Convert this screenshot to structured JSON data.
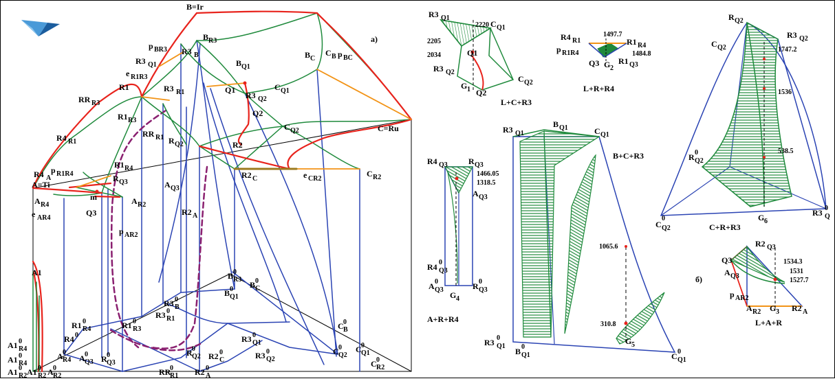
{
  "colors": {
    "red": "#e8231c",
    "green": "#1f8a3c",
    "blue": "#2a43b3",
    "orange": "#f29316",
    "purple": "#8a2070",
    "hatch": "#2a8a45"
  },
  "main": {
    "panel_label": "a)",
    "labels": {
      "B": "B=Ir",
      "A": "A=Ti",
      "C": "C=Ru",
      "pBR3": "p",
      "pBR3_sub": "BR3",
      "BR3": "B",
      "BR3_sub": "R3",
      "R3B": "R3",
      "R3B_sub": "B",
      "R3Q1": "R3",
      "R3Q1_sub": "Q1",
      "BQ1": "B",
      "BQ1_sub": "Q1",
      "BC": "B",
      "BC_sub": "C",
      "CB": "C",
      "CB_sub": "B",
      "pBC": "p",
      "pBC_sub": "BC",
      "eR1R3": "e",
      "eR1R3_sub": "R1R3",
      "R1": "R1",
      "R3R1": "R3",
      "R3R1_sub": "R1",
      "Q1": "Q1",
      "R3Q2": "R3",
      "R3Q2_sub": "Q2",
      "CQ1": "C",
      "CQ1_sub": "Q1",
      "RRR3": "RR",
      "RRR3_sub": "R3",
      "R1R3": "R1",
      "R1R3_sub": "R3",
      "Q2": "Q2",
      "CQ2": "C",
      "CQ2_sub": "Q2",
      "RRR1": "RR",
      "RRR1_sub": "R1",
      "RQ2": "R",
      "RQ2_sub": "Q2",
      "R2": "R2",
      "R4R1": "R4",
      "R4R1_sub": "R1",
      "R4A": "R4",
      "R4A_sub": "A",
      "pR1R4": "p",
      "pR1R4_sub": "R1R4",
      "R1R4": "R1",
      "R1R4_sub": "R4",
      "RQ3": "R",
      "RQ3_sub": "Q3",
      "AQ3": "A",
      "AQ3_sub": "Q3",
      "R2C": "R2",
      "R2C_sub": "C",
      "eCR2": "e",
      "eCR2_sub": "CR2",
      "CR2": "C",
      "CR2_sub": "R2",
      "AR4": "A",
      "AR4_sub": "R4",
      "m": "m",
      "AR2": "A",
      "AR2_sub": "R2",
      "eAR4": "e",
      "eAR4_sub": "AR4",
      "Q3": "Q3",
      "pAR2": "p",
      "pAR2_sub": "AR2",
      "R2A": "R2",
      "R2A_sub": "A",
      "A1": "A1"
    },
    "zero_labels": [
      {
        "t": "B",
        "s": "R3"
      },
      {
        "t": "B",
        "s": "C"
      },
      {
        "t": "B",
        "s": "Q1"
      },
      {
        "t": "R3",
        "s": "B"
      },
      {
        "t": "R3",
        "s": "R1"
      },
      {
        "t": "C",
        "s": "B"
      },
      {
        "t": "R1",
        "s": "R4"
      },
      {
        "t": "R1",
        "s": "R3"
      },
      {
        "t": "R4",
        "s": ""
      },
      {
        "t": "A",
        "s": "R4"
      },
      {
        "t": "A",
        "s": "Q3"
      },
      {
        "t": "R",
        "s": "Q3"
      },
      {
        "t": "R",
        "s": "Q2"
      },
      {
        "t": "R3",
        "s": "Q1"
      },
      {
        "t": "R3",
        "s": "Q2"
      },
      {
        "t": "R2",
        "s": "C"
      },
      {
        "t": "C",
        "s": "Q2"
      },
      {
        "t": "C",
        "s": "Q1"
      },
      {
        "t": "C",
        "s": "R2"
      },
      {
        "t": "A1",
        "s": "R4"
      },
      {
        "t": "A1",
        "s": "R4"
      },
      {
        "t": "A1",
        "s": "R2"
      },
      {
        "t": "A1",
        "s": "R2"
      },
      {
        "t": "A",
        "s": "R2"
      },
      {
        "t": "RR",
        "s": "R1"
      },
      {
        "t": "R2",
        "s": "A"
      }
    ]
  },
  "insets": {
    "lcr3": {
      "caption": "L+C+R3",
      "values": [
        "2220",
        "2205",
        "2034"
      ],
      "labels": [
        "R3Q1",
        "CQ1",
        "Q1",
        "R3Q2",
        "CQ2",
        "G1",
        "Q2"
      ]
    },
    "lrr4": {
      "caption": "L+R+R4",
      "values": [
        "1497.7",
        "1484.8"
      ],
      "labels": [
        "R4R1",
        "R1R4",
        "pR1R4",
        "Q3",
        "G2",
        "R1Q3"
      ]
    },
    "crr3": {
      "caption": "C+R+R3",
      "values": [
        "1747.2",
        "1536",
        "538.5"
      ],
      "labels": [
        "RQ2",
        "R3Q2",
        "CQ2",
        "R0Q2",
        "C0Q2",
        "G6",
        "R30Q"
      ]
    },
    "arr4": {
      "caption": "A+R+R4",
      "values": [
        "1466.05",
        "1318.5"
      ],
      "labels": [
        "R4Q3",
        "RQ3",
        "AQ3",
        "R40Q3",
        "A0Q3",
        "R0Q3",
        "G4"
      ]
    },
    "bcr3": {
      "caption": "B+C+R3",
      "values": [
        "1065.6",
        "310.8"
      ],
      "labels": [
        "R3Q1",
        "BQ1",
        "CQ1",
        "R30Q1",
        "B0Q1",
        "C0Q1",
        "G5"
      ]
    },
    "lar": {
      "panel_label": "б)",
      "caption": "L+A+R",
      "values": [
        "1534.3",
        "1531",
        "1527.7"
      ],
      "labels": [
        "R2Q3",
        "Q3",
        "AQ3",
        "pAR2",
        "AR2",
        "G3",
        "R2A"
      ]
    }
  }
}
